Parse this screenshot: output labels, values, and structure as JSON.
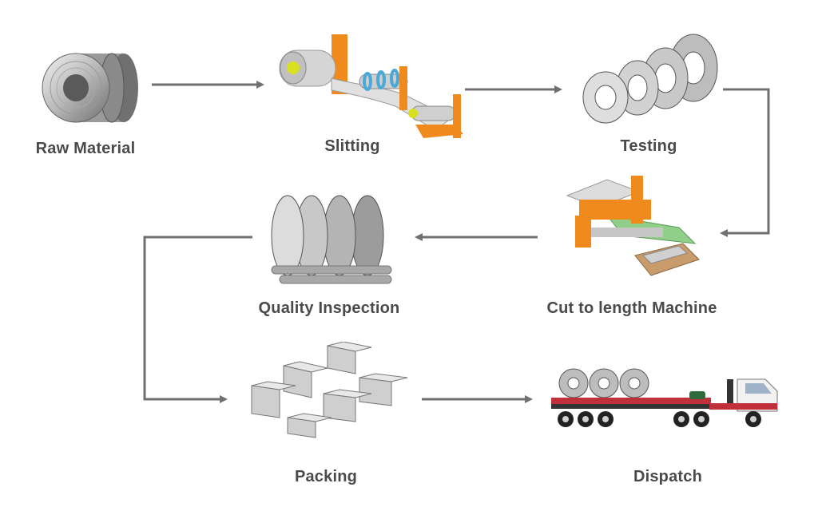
{
  "steps": {
    "raw_material": "Raw Material",
    "slitting": "Slitting",
    "testing": "Testing",
    "cut_to_length": "Cut to length Machine",
    "quality_inspection": "Quality Inspection",
    "packing": "Packing",
    "dispatch": "Dispatch"
  },
  "colors": {
    "arrow": "#707070",
    "steel_light": "#e6e6e6",
    "steel_mid": "#b5b5b5",
    "steel_dark": "#6f6f6f",
    "machine_orange": "#f08a1c",
    "roller_yellow": "#d8e020",
    "belt_blue": "#4aa9d8",
    "board_green": "#8fcf8a",
    "wood_brown": "#c99a6a",
    "truck_red": "#c0303a",
    "label_gray": "#4a4a4a"
  }
}
